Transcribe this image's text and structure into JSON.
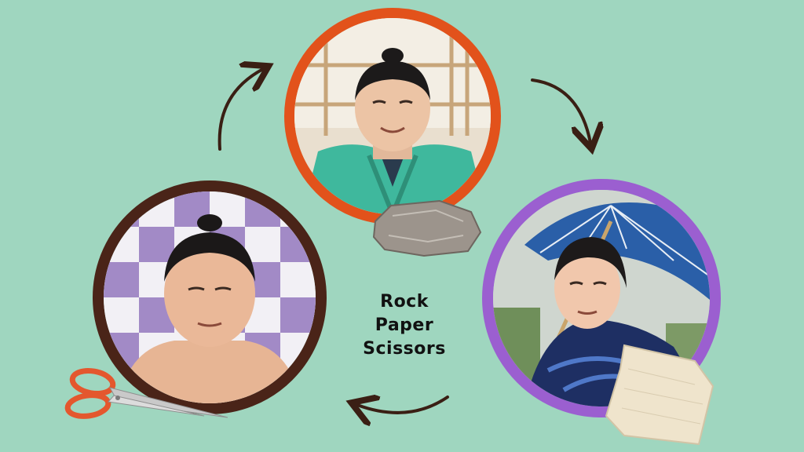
{
  "title_lines": [
    "Rock",
    "Paper",
    "Scissors"
  ],
  "colors": {
    "background": "#9fd6bf",
    "rock_ring": "#e2521b",
    "scissors_ring": "#4a2418",
    "paper_ring": "#9b5fd0",
    "arrow": "#3a1f14"
  },
  "items": [
    {
      "role": "rock",
      "icon": "rock-icon"
    },
    {
      "role": "paper",
      "icon": "paper-icon"
    },
    {
      "role": "scissors",
      "icon": "scissors-icon"
    }
  ]
}
